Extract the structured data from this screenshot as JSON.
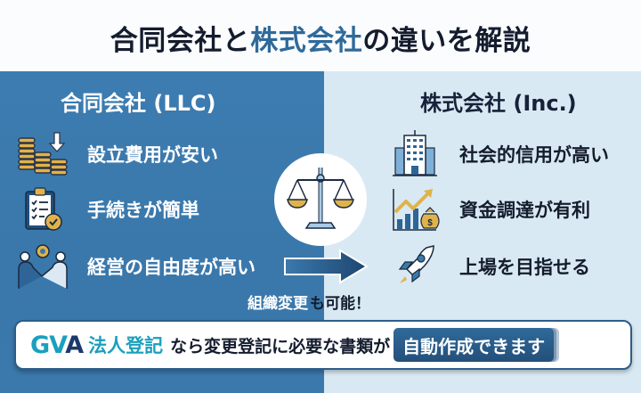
{
  "header": {
    "title_part1": "合同会社と",
    "title_accent": "株式会社",
    "title_part2": "の違いを解説"
  },
  "left": {
    "title": "合同会社 (LLC)",
    "items": [
      {
        "icon": "coins-down-icon",
        "label": "設立費用が安い"
      },
      {
        "icon": "clipboard-check-icon",
        "label": "手続きが簡単"
      },
      {
        "icon": "handshake-gear-icon",
        "label": "経営の自由度が高い"
      }
    ]
  },
  "right": {
    "title": "株式会社 (Inc.)",
    "items": [
      {
        "icon": "office-building-icon",
        "label": "社会的信用が高い"
      },
      {
        "icon": "growth-chart-money-icon",
        "label": "資金調達が有利"
      },
      {
        "icon": "rocket-icon",
        "label": "上場を目指せる"
      }
    ]
  },
  "center": {
    "icon": "balance-scale-icon",
    "arrow_icon": "arrow-right-icon",
    "note_highlight": "組織変更",
    "note_rest": "も可能！"
  },
  "banner": {
    "brand_gv": "GV",
    "brand_a": "A",
    "product": "法人登記",
    "text": "なら変更登記に必要な書類が",
    "cta": "自動作成できます"
  },
  "colors": {
    "left_bg": "#3b79ad",
    "right_bg": "#d9e9f3",
    "title_dark": "#141c2e",
    "title_accent": "#2f6a9a",
    "gold": "#e0b34a",
    "brand_teal": "#1aa0bd",
    "brand_navy": "#1b3a6b"
  }
}
